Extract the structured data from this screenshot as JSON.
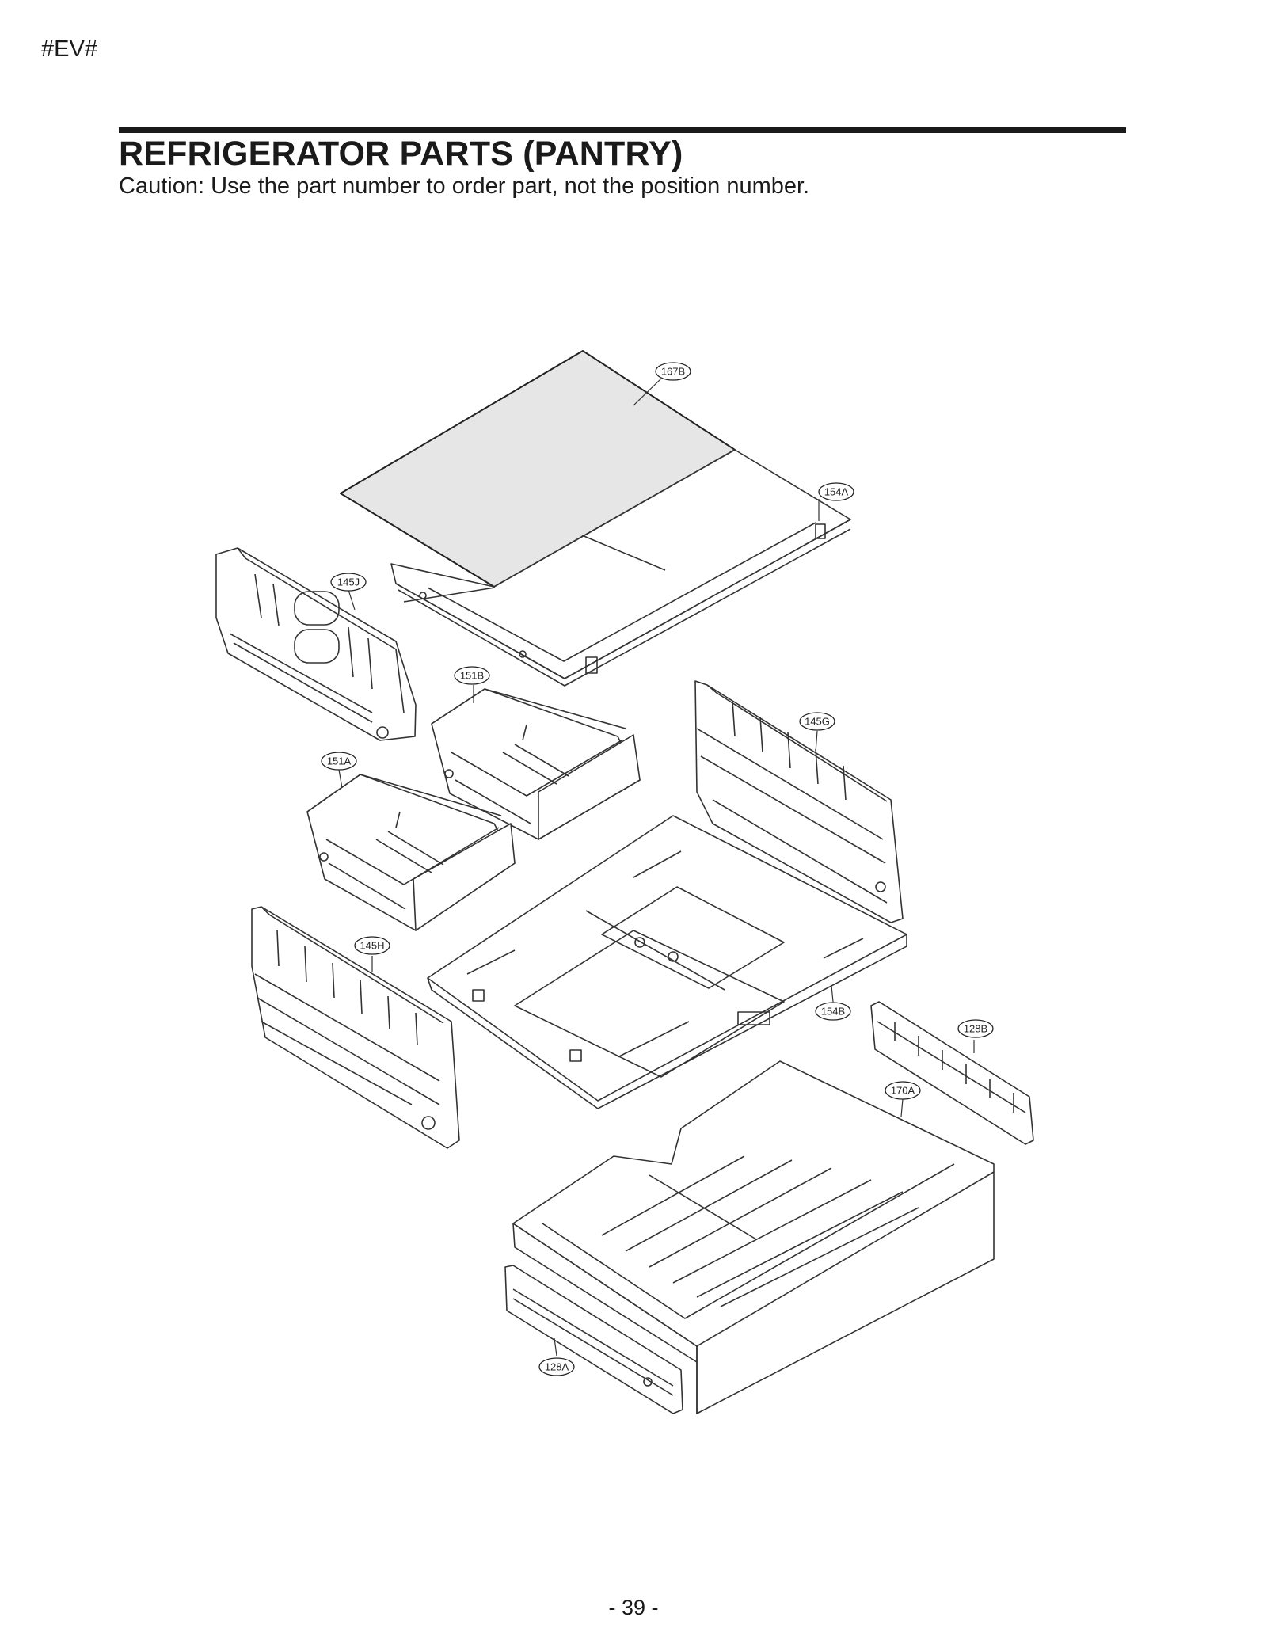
{
  "header": {
    "doc_code": "#EV#",
    "title": "REFRIGERATOR PARTS (PANTRY)",
    "caution": "Caution: Use the part number to order part, not the position number."
  },
  "callouts": {
    "c167B": "167B",
    "c154A": "154A",
    "c145J": "145J",
    "c151B": "151B",
    "c145G": "145G",
    "c151A": "151A",
    "c145H": "145H",
    "c154B": "154B",
    "c128B": "128B",
    "c170A": "170A",
    "c128A": "128A"
  },
  "footer": {
    "page_number": "- 39 -"
  }
}
